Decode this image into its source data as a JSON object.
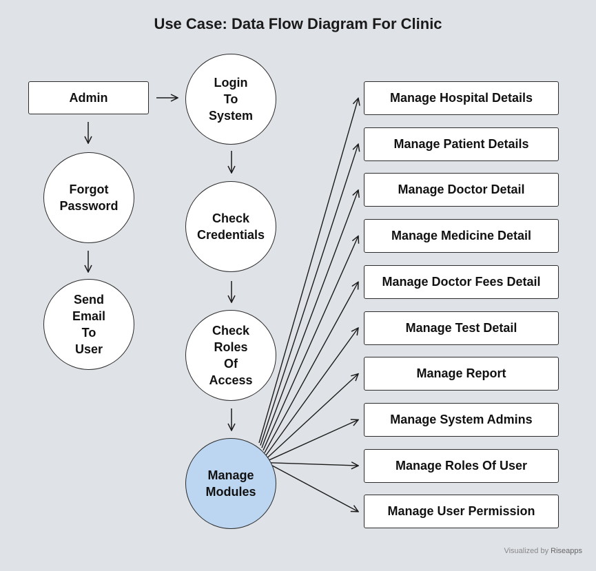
{
  "title": "Use Case: Data Flow Diagram For Clinic",
  "nodes": {
    "admin": "Admin",
    "login": "Login\nTo\nSystem",
    "forgot": "Forgot\nPassword",
    "check_credentials": "Check\nCredentials",
    "send_email": "Send\nEmail\nTo\nUser",
    "check_roles": "Check\nRoles\nOf\nAccess",
    "manage_modules": "Manage\nModules"
  },
  "modules": [
    "Manage Hospital Details",
    "Manage Patient Details",
    "Manage Doctor Detail",
    "Manage Medicine Detail",
    "Manage Doctor Fees Detail",
    "Manage Test Detail",
    "Manage Report",
    "Manage System Admins",
    "Manage Roles Of User",
    "Manage User Permission"
  ],
  "footer": {
    "prefix": "Visualized by",
    "brand": "Riseapps"
  }
}
